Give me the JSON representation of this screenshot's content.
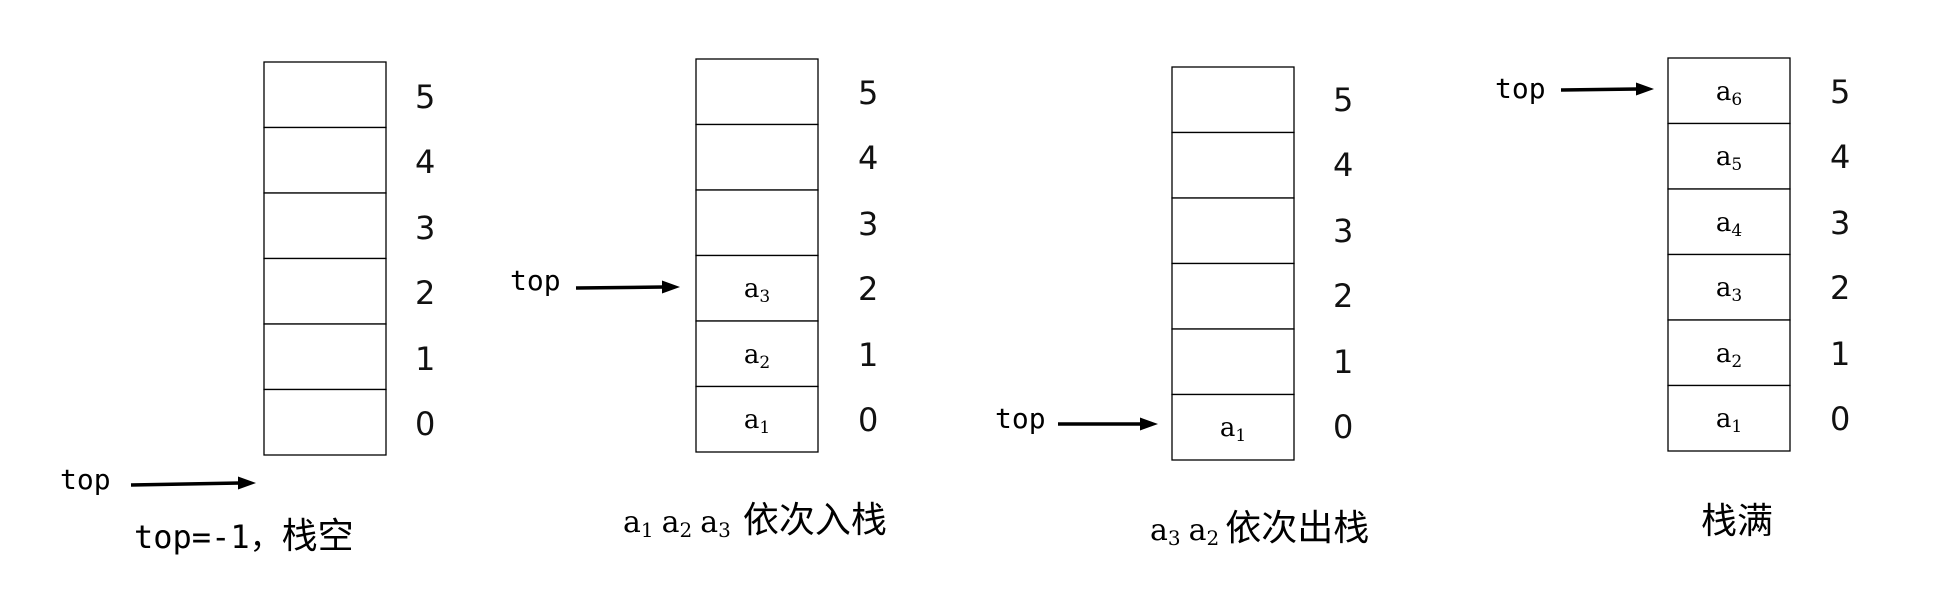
{
  "diagrams": [
    {
      "name": "empty",
      "indices": [
        "5",
        "4",
        "3",
        "2",
        "1",
        "0"
      ],
      "cells": [
        {
          "base": "",
          "sub": ""
        },
        {
          "base": "",
          "sub": ""
        },
        {
          "base": "",
          "sub": ""
        },
        {
          "base": "",
          "sub": ""
        },
        {
          "base": "",
          "sub": ""
        },
        {
          "base": "",
          "sub": ""
        }
      ],
      "top_label": "top",
      "top_points_to_index": -1,
      "caption": {
        "ascii": "top=-1，",
        "text": "栈空"
      }
    },
    {
      "name": "push",
      "indices": [
        "5",
        "4",
        "3",
        "2",
        "1",
        "0"
      ],
      "cells": [
        {
          "base": "",
          "sub": ""
        },
        {
          "base": "",
          "sub": ""
        },
        {
          "base": "",
          "sub": ""
        },
        {
          "base": "a",
          "sub": "3"
        },
        {
          "base": "a",
          "sub": "2"
        },
        {
          "base": "a",
          "sub": "1"
        }
      ],
      "top_label": "top",
      "top_points_to_index": 2,
      "caption": {
        "terms": [
          {
            "base": "a",
            "sub": "1"
          },
          {
            "base": "a",
            "sub": "2"
          },
          {
            "base": "a",
            "sub": "3"
          }
        ],
        "text": "依次入栈"
      }
    },
    {
      "name": "pop",
      "indices": [
        "5",
        "4",
        "3",
        "2",
        "1",
        "0"
      ],
      "cells": [
        {
          "base": "",
          "sub": ""
        },
        {
          "base": "",
          "sub": ""
        },
        {
          "base": "",
          "sub": ""
        },
        {
          "base": "",
          "sub": ""
        },
        {
          "base": "",
          "sub": ""
        },
        {
          "base": "a",
          "sub": "1"
        }
      ],
      "top_label": "top",
      "top_points_to_index": 0,
      "caption": {
        "terms": [
          {
            "base": "a",
            "sub": "3"
          },
          {
            "base": "a",
            "sub": "2"
          }
        ],
        "text": "依次出栈"
      }
    },
    {
      "name": "full",
      "indices": [
        "5",
        "4",
        "3",
        "2",
        "1",
        "0"
      ],
      "cells": [
        {
          "base": "a",
          "sub": "6"
        },
        {
          "base": "a",
          "sub": "5"
        },
        {
          "base": "a",
          "sub": "4"
        },
        {
          "base": "a",
          "sub": "3"
        },
        {
          "base": "a",
          "sub": "2"
        },
        {
          "base": "a",
          "sub": "1"
        }
      ],
      "top_label": "top",
      "top_points_to_index": 5,
      "caption": {
        "text": "栈满"
      }
    }
  ]
}
